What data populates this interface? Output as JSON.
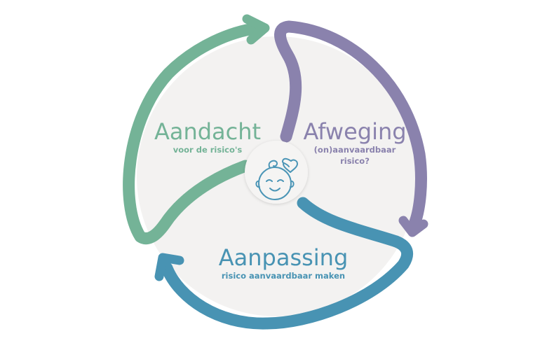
{
  "cycle": {
    "segments": [
      {
        "id": "aandacht",
        "title": "Aandacht",
        "subtitle_lines": [
          "voor de risico's"
        ],
        "color": "#74b397"
      },
      {
        "id": "afweging",
        "title": "Afweging",
        "subtitle_lines": [
          "(on)aanvaardbaar",
          "risico?"
        ],
        "color": "#8a82ad"
      },
      {
        "id": "aanpassing",
        "title": "Aanpassing",
        "subtitle_lines": [
          "risico aanvaardbaar maken"
        ],
        "color": "#4893b3"
      }
    ],
    "center_icon": "baby-face-with-heart-icon",
    "center_icon_color": "#4b95b6",
    "disc_color": "#f3f2f1"
  }
}
